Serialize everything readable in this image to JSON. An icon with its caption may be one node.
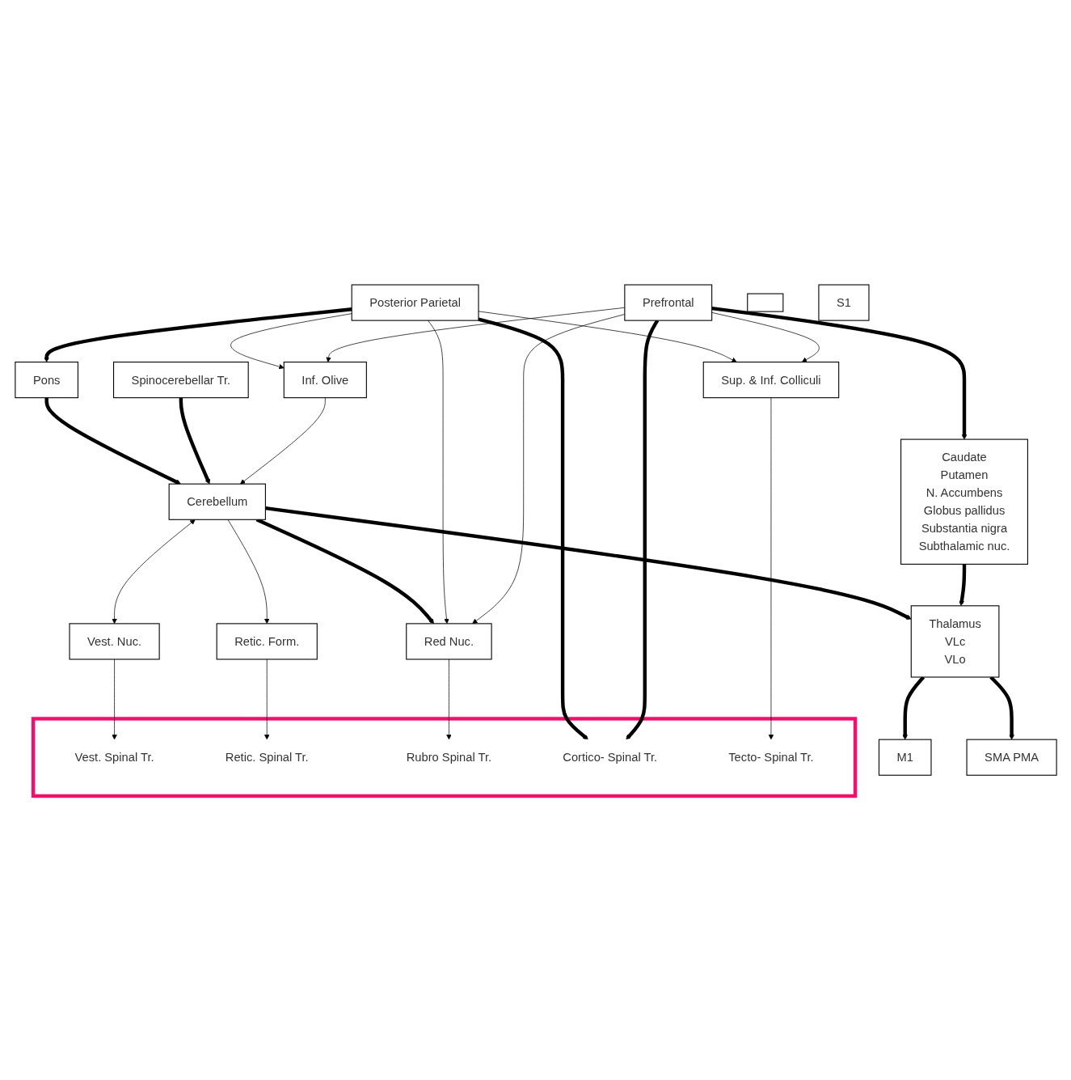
{
  "diagram": {
    "nodes": [
      {
        "text": [],
        "shape": "box"
      },
      {
        "text": [
          "Posterior Parietal"
        ]
      },
      {
        "text": [
          "S1"
        ]
      },
      {
        "text": [
          "M1"
        ]
      },
      {
        "text": [
          "SMA PMA"
        ]
      },
      {
        "text": [
          "Prefrontal"
        ]
      },
      {
        "text": [
          "Pons"
        ]
      },
      {
        "text": [
          "Thalamus",
          "VLc",
          "VLo"
        ]
      },
      {
        "text": [
          "Caudate",
          "Putamen",
          "N. Accumbens",
          "Globus pallidus",
          "Substantia nigra",
          "Subthalamic nuc."
        ]
      },
      {
        "text": [
          "Cerebellum"
        ]
      },
      {
        "text": [
          "Red Nuc."
        ]
      },
      {
        "text": [
          "Inf. Olive"
        ]
      },
      {
        "text": [
          "Sup. & Inf. Colliculi"
        ]
      },
      {
        "text": [
          "Vest. Nuc."
        ]
      },
      {
        "text": [
          "Retic. Form."
        ]
      },
      {
        "text": [
          "Spinocerebellar Tr."
        ]
      },
      {
        "text": [],
        "shape": "box"
      },
      {
        "text": [
          "Vest. Spinal Tr."
        ],
        "in": 16
      },
      {
        "text": [
          "Retic. Spinal Tr."
        ],
        "in": 16
      },
      {
        "text": [
          "Rubro Spinal Tr."
        ],
        "in": 16
      },
      {
        "text": [
          "Cortico- Spinal Tr."
        ],
        "in": 16
      },
      {
        "text": [
          "Tecto- Spinal Tr."
        ],
        "in": 16
      }
    ],
    "edges": [
      {
        "from": 1,
        "to": 6,
        "arrow": "to",
        "style": "thick"
      },
      {
        "from": 6,
        "to": 9,
        "arrow": "to",
        "style": "thick"
      },
      {
        "from": 9,
        "to": 7,
        "arrow": "to",
        "style": "thick"
      },
      {
        "from": 9,
        "to": 10,
        "arrow": "to",
        "style": "thick"
      },
      {
        "from": 7,
        "to": 3,
        "arrow": "to",
        "style": "thick"
      },
      {
        "from": 7,
        "to": 4,
        "arrow": "to",
        "style": "thick"
      },
      {
        "from": 8,
        "to": 7,
        "arrow": "to",
        "style": "thick"
      },
      {
        "from": 5,
        "to": 8,
        "arrow": "to",
        "style": "thick"
      },
      {
        "from": 15,
        "to": 9,
        "arrow": "to",
        "style": "thick"
      },
      {
        "from": 1,
        "to": 20,
        "arrow": "to",
        "style": "thick"
      },
      {
        "from": 5,
        "to": 20,
        "arrow": "to",
        "style": "thick"
      },
      {
        "from": 1,
        "to": 10,
        "arrow": "to"
      },
      {
        "from": 5,
        "to": 10,
        "arrow": "to"
      },
      {
        "from": 1,
        "to": 11,
        "arrow": "to"
      },
      {
        "from": 5,
        "to": 11,
        "arrow": "to"
      },
      {
        "from": 1,
        "to": 12,
        "arrow": "to"
      },
      {
        "from": 5,
        "to": 12,
        "arrow": "to"
      },
      {
        "from": 11,
        "to": 9,
        "arrow": "to"
      },
      {
        "from": 9,
        "to": 13,
        "arrow": "both"
      },
      {
        "from": 9,
        "to": 14,
        "arrow": "to"
      },
      {
        "from": 13,
        "to": 17,
        "arrow": "to"
      },
      {
        "from": 14,
        "to": 18,
        "arrow": "to"
      },
      {
        "from": 10,
        "to": 19,
        "arrow": "to"
      },
      {
        "from": 12,
        "to": 21,
        "arrow": "to"
      }
    ]
  }
}
